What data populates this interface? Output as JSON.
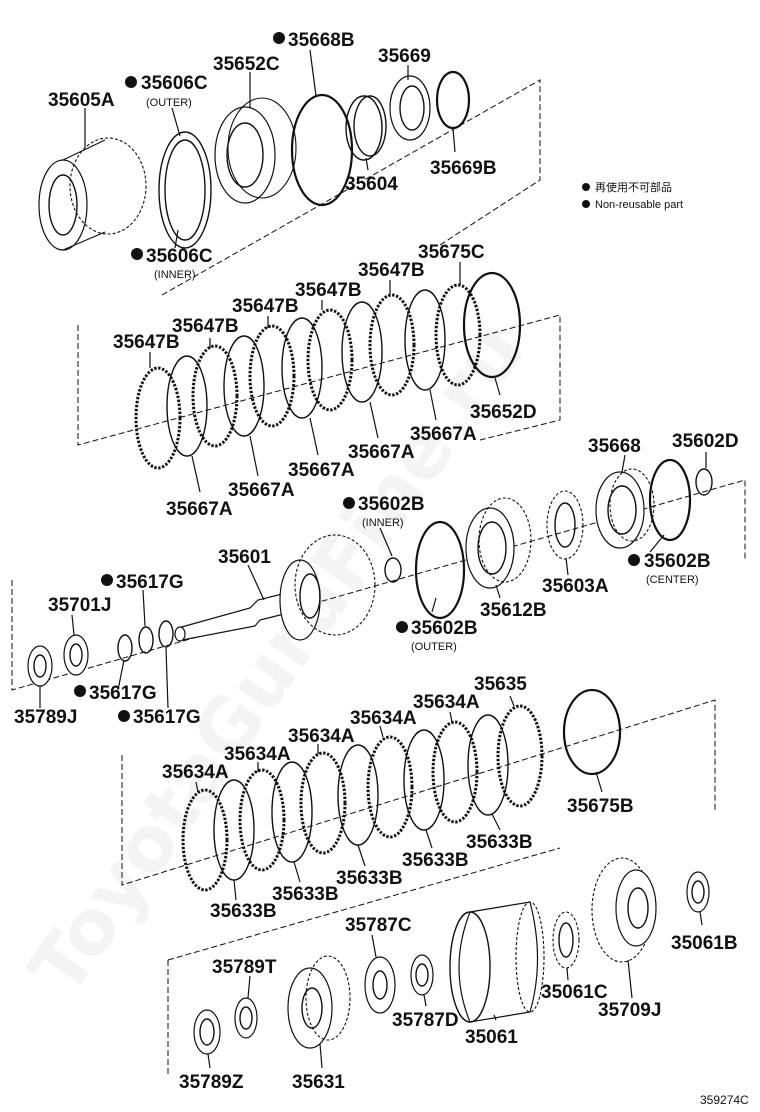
{
  "watermark": "ToyotaGuruFine.ru",
  "legend": {
    "line1": "再使用不可部品",
    "line2": "Non-reusable part"
  },
  "diagram_code": "359274C",
  "parts": {
    "p35605A": "35605A",
    "p35606C_outer": "35606C",
    "p35606C_outer_note": "(OUTER)",
    "p35652C": "35652C",
    "p35668B": "35668B",
    "p35669": "35669",
    "p35604": "35604",
    "p35669B": "35669B",
    "p35606C_inner": "35606C",
    "p35606C_inner_note": "(INNER)",
    "p35675C": "35675C",
    "p35647B_1": "35647B",
    "p35647B_2": "35647B",
    "p35647B_3": "35647B",
    "p35647B_4": "35647B",
    "p35647B_5": "35647B",
    "p35652D": "35652D",
    "p35667A_1": "35667A",
    "p35667A_2": "35667A",
    "p35667A_3": "35667A",
    "p35667A_4": "35667A",
    "p35667A_5": "35667A",
    "p35668": "35668",
    "p35602D": "35602D",
    "p35602B_inner": "35602B",
    "p35602B_inner_note": "(INNER)",
    "p35602B_center": "35602B",
    "p35602B_center_note": "(CENTER)",
    "p35602B_outer": "35602B",
    "p35602B_outer_note": "(OUTER)",
    "p35601": "35601",
    "p35603A": "35603A",
    "p35612B": "35612B",
    "p35617G_1": "35617G",
    "p35617G_2": "35617G",
    "p35617G_3": "35617G",
    "p35701J": "35701J",
    "p35789J": "35789J",
    "p35635": "35635",
    "p35634A_1": "35634A",
    "p35634A_2": "35634A",
    "p35634A_3": "35634A",
    "p35634A_4": "35634A",
    "p35634A_5": "35634A",
    "p35675B": "35675B",
    "p35633B_1": "35633B",
    "p35633B_2": "35633B",
    "p35633B_3": "35633B",
    "p35633B_4": "35633B",
    "p35633B_5": "35633B",
    "p35787C": "35787C",
    "p35789T": "35789T",
    "p35061": "35061",
    "p35061C": "35061C",
    "p35709J": "35709J",
    "p35061B": "35061B",
    "p35787D": "35787D",
    "p35789Z": "35789Z",
    "p35631": "35631"
  }
}
